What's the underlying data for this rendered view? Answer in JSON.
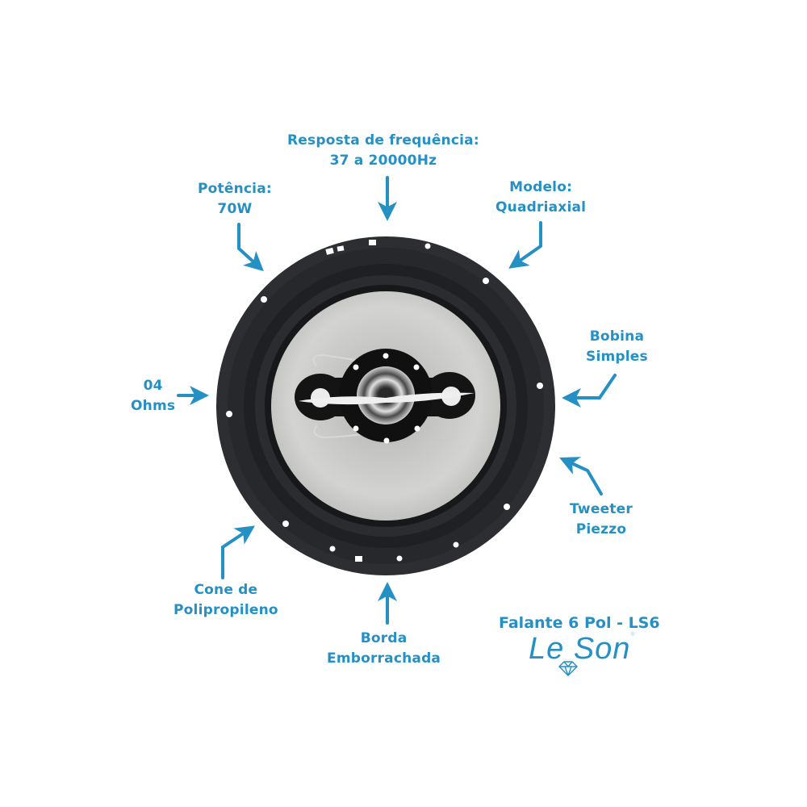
{
  "product": {
    "title": "Falante 6 Pol - LS6",
    "brand": "Le Son",
    "brand_mark": "diamond-icon"
  },
  "colors": {
    "accent": "#2590c4",
    "frame": "#2b2d30",
    "surround": "#1f2124",
    "cone": "#c9c9c7",
    "background": "#ffffff"
  },
  "specs": {
    "frequency": {
      "line1": "Resposta de frequência:",
      "line2": "37 a 20000Hz"
    },
    "power": {
      "line1": "Potência:",
      "line2": "70W"
    },
    "model": {
      "line1": "Modelo:",
      "line2": "Quadriaxial"
    },
    "coil": {
      "line1": "Bobina",
      "line2": "Simples"
    },
    "impedance": {
      "line1": "04",
      "line2": "Ohms"
    },
    "tweeter": {
      "line1": "Tweeter",
      "line2": "Piezzo"
    },
    "cone": {
      "line1": "Cone de",
      "line2": "Polipropileno"
    },
    "edge": {
      "line1": "Borda",
      "line2": "Emborrachada"
    }
  }
}
